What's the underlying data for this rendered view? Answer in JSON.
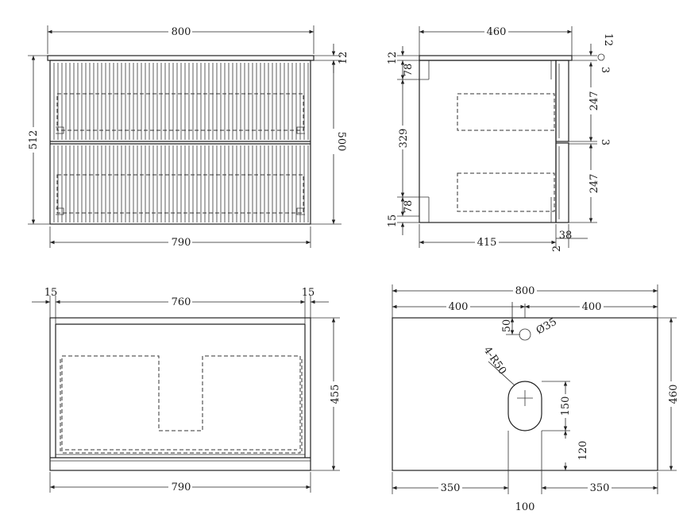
{
  "views": {
    "front": {
      "top_width": "800",
      "bottom_width": "790",
      "total_height": "512",
      "top_thickness": "12",
      "body_height": "500"
    },
    "side": {
      "depth": "460",
      "body_depth": "415",
      "drawer_front": "38",
      "gap_small": "2",
      "top_thickness": "12",
      "top_gap": "3",
      "drawer_height_1": "247",
      "mid_gap": "3",
      "drawer_height_2": "247",
      "top_offset": "12",
      "upper_front": "78",
      "interior": "329",
      "lower_front": "78",
      "base": "15"
    },
    "rear": {
      "left_margin": "15",
      "inner_width": "760",
      "right_margin": "15",
      "height": "455",
      "bottom_width": "790"
    },
    "basin": {
      "width": "800",
      "left_half": "400",
      "right_half": "400",
      "depth": "460",
      "tap_offset": "50",
      "tap_hole": "Ø35",
      "corner_radius": "4-R50",
      "bowl_height": "150",
      "front_offset": "120",
      "left_offset": "350",
      "right_offset": "350",
      "bowl_width": "100"
    }
  }
}
